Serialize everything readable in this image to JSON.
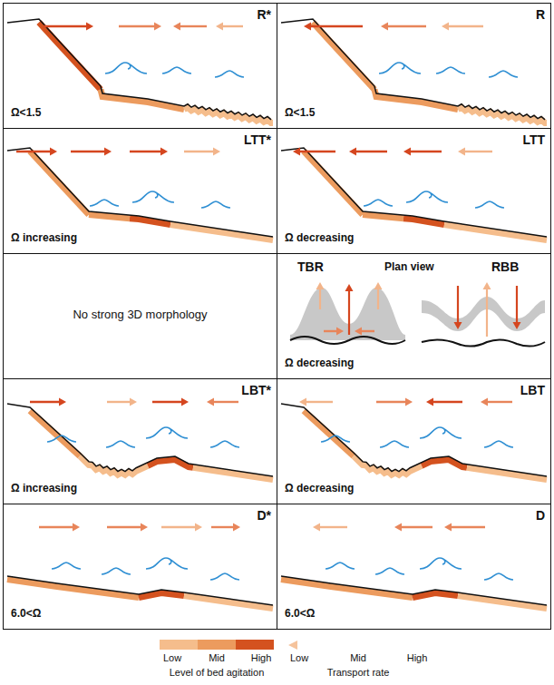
{
  "diagram": {
    "nodes": [
      {
        "text": [
          "R*",
          "Ω<1.5"
        ]
      },
      {
        "text": [
          "R",
          "Ω<1.5"
        ]
      },
      {
        "text": [
          "LTT*",
          "Ω increasing"
        ]
      },
      {
        "text": [
          "LTT",
          "Ω decreasing"
        ]
      },
      {
        "text": [
          "No strong 3D morphology"
        ]
      },
      {
        "text": [
          "TBR",
          "Plan view",
          "RBB",
          "Ω decreasing"
        ]
      },
      {
        "text": [
          "LBT*",
          "Ω increasing"
        ]
      },
      {
        "text": [
          "LBT",
          "Ω decreasing"
        ]
      },
      {
        "text": [
          "D*",
          "6.0<Ω"
        ]
      },
      {
        "text": [
          "D",
          "6.0<Ω"
        ]
      }
    ],
    "labels": [
      "Level of bed agitation",
      "Transport rate"
    ],
    "legend": [
      {
        "text": "Low",
        "color": "#f5bd8c"
      },
      {
        "text": "Mid",
        "color": "#ec9b5e"
      },
      {
        "text": "High",
        "color": "#d4521f"
      },
      {
        "text": "Low"
      },
      {
        "text": "Mid"
      },
      {
        "text": "High"
      }
    ]
  }
}
